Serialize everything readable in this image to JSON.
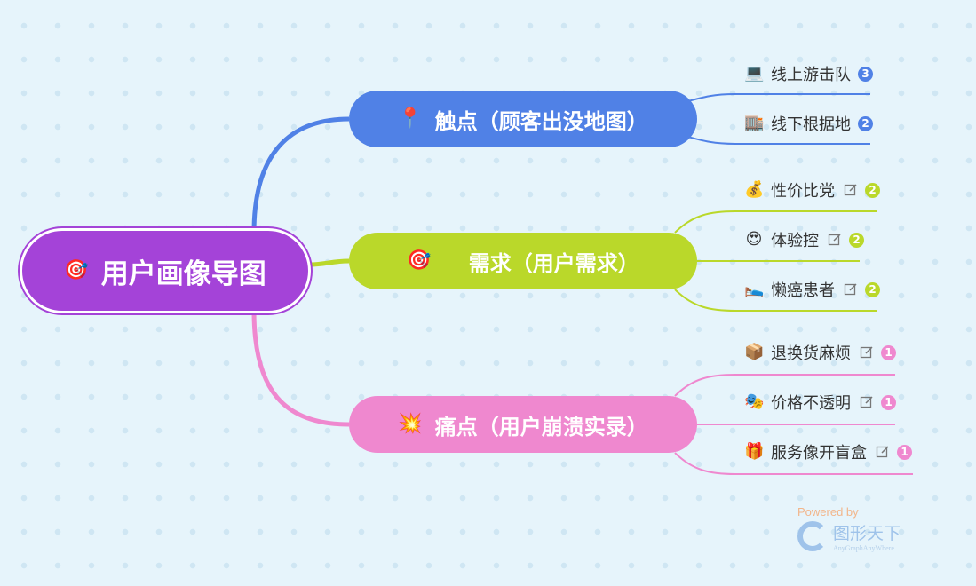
{
  "root": {
    "icon": "🎯",
    "label": "用户画像导图",
    "color": "#a443d8"
  },
  "branches": [
    {
      "icon": "📍",
      "label": "触点（顾客出没地图）",
      "color": "#5081e6",
      "leaves": [
        {
          "icon": "💻",
          "label": "线上游击队",
          "badge": "3",
          "edit": false
        },
        {
          "icon": "🏬",
          "label": "线下根据地",
          "badge": "2",
          "edit": false
        }
      ]
    },
    {
      "icon": "🎯",
      "label": "需求（用户需求）",
      "color": "#bad82a",
      "leaves": [
        {
          "icon": "💰",
          "label": "性价比党",
          "badge": "2",
          "edit": true
        },
        {
          "icon": "😍",
          "label": "体验控",
          "badge": "2",
          "edit": true
        },
        {
          "icon": "🛌",
          "label": "懒癌患者",
          "badge": "2",
          "edit": true
        }
      ]
    },
    {
      "icon": "💥",
      "label": "痛点（用户崩溃实录）",
      "color": "#ef88cf",
      "leaves": [
        {
          "icon": "📦",
          "label": "退换货麻烦",
          "badge": "1",
          "edit": true
        },
        {
          "icon": "🎭",
          "label": "价格不透明",
          "badge": "1",
          "edit": true
        },
        {
          "icon": "🎁",
          "label": "服务像开盲盒",
          "badge": "1",
          "edit": true
        }
      ]
    }
  ],
  "watermark": {
    "powered": "Powered by",
    "brand": "图形天下",
    "sub": "AnyGraphAnyWhere"
  }
}
